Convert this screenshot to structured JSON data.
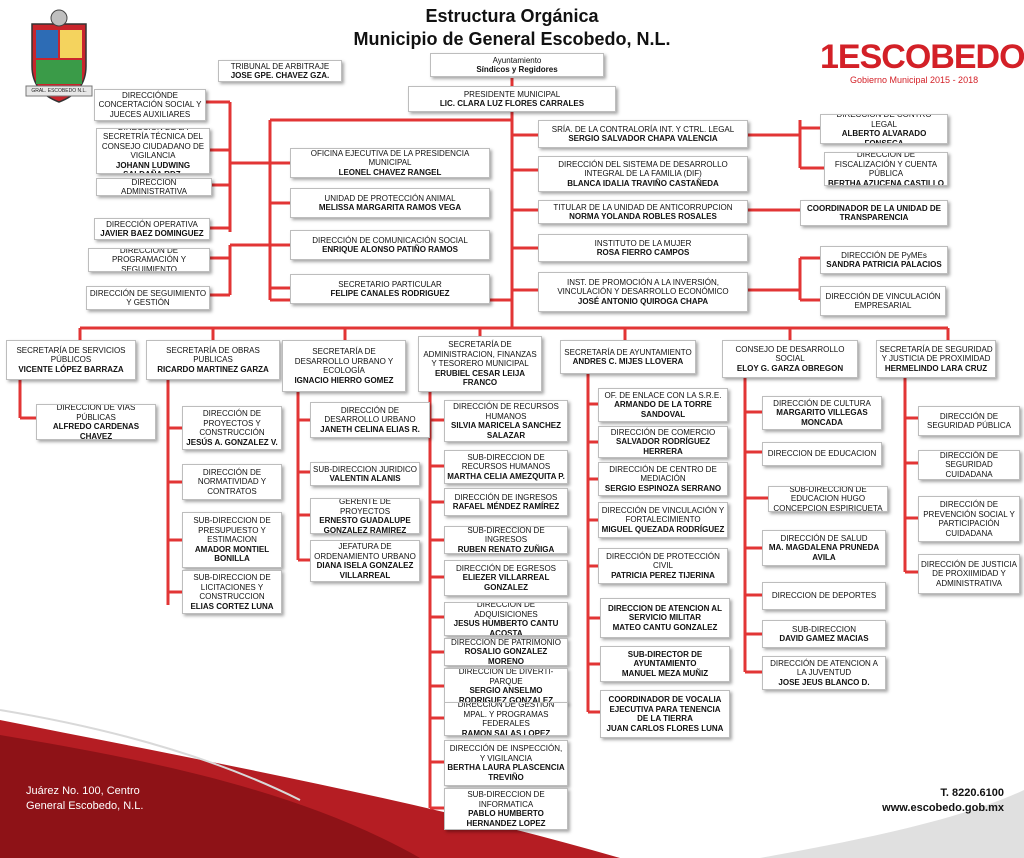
{
  "header": {
    "title_line1": "Estructura Orgánica",
    "title_line2": "Municipio de General Escobedo, N.L."
  },
  "logo": {
    "text": "ESCOBEDO",
    "subtitle": "Gobierno Municipal 2015 - 2018",
    "shield_label": "GRAL. ESCOBEDO N.L.",
    "brand_color": "#d32027"
  },
  "footer": {
    "address_line1": "Juárez No. 100, Centro",
    "address_line2": "General Escobedo, N.L.",
    "phone": "T. 8220.6100",
    "website": "www.escobedo.gob.mx"
  },
  "boxes": {
    "ayuntamiento": {
      "l1": "Ayuntamiento",
      "l2": "Síndicos y Regidores"
    },
    "tribunal": {
      "l1": "TRIBUNAL DE ARBITRAJE",
      "l2": "JOSE GPE. CHAVEZ GZA."
    },
    "presidente": {
      "l1": "PRESIDENTE MUNICIPAL",
      "l2": "LIC. CLARA LUZ FLORES CARRALES"
    },
    "concertacion": {
      "l1": "DIRECCIÓNDE CONCERTACIÓN SOCIAL Y JUECES AUXILIARES"
    },
    "secretria_tecnica": {
      "l1": "DIRECCIÓN DE  LA SECRETRÍA TÉCNICA DEL CONSEJO CIUDADANO DE VIGILANCIA",
      "l2": "JOHANN LUDWING SALDAÑA RDZ."
    },
    "dir_administrativa": {
      "l1": "DIRECCION ADMINISTRATIVA"
    },
    "dir_operativa": {
      "l1": "DIRECCIÓN OPERATIVA",
      "l2": "JAVIER BAEZ DOMINGUEZ"
    },
    "programacion": {
      "l1": "DIRECCIÓN DE PROGRAMACIÓN Y SEGUIMIENTO"
    },
    "seguimiento_gestion": {
      "l1": "DIRECCIÓN DE SEGUIMIENTO Y GESTIÓN"
    },
    "oficina_ejecutiva": {
      "l1": "OFICINA EJECUTIVA DE LA PRESIDENCIA MUNICIPAL",
      "l2": "LEONEL CHAVEZ RANGEL"
    },
    "proteccion_animal": {
      "l1": "UNIDAD DE PROTECCIÓN ANIMAL",
      "l2": "MELISSA MARGARITA RAMOS VEGA"
    },
    "comunicacion": {
      "l1": "DIRECCIÓN DE COMUNICACIÓN SOCIAL",
      "l2": "ENRIQUE ALONSO PATIÑO RAMOS"
    },
    "secretario_particular": {
      "l1": "SECRETARIO PARTICULAR",
      "l2": "FELIPE CANALES RODRIGUEZ"
    },
    "contraloria": {
      "l1": "SRÍA. DE LA CONTRALORÍA INT. Y CTRL. LEGAL",
      "l2": "SERGIO SALVADOR CHAPA VALENCIA"
    },
    "dif": {
      "l1": "DIRECCIÓN DEL SISTEMA DE DESARROLLO INTEGRAL DE LA FAMILIA (DIF)",
      "l2": "BLANCA IDALIA TRAVIÑO CASTAÑEDA"
    },
    "anticorrupcion": {
      "l1": "TITULAR DE LA UNIDAD DE ANTICORRUPCION",
      "l2": "NORMA YOLANDA ROBLES ROSALES"
    },
    "mujer": {
      "l1": "INSTITUTO DE LA MUJER",
      "l2": "ROSA FIERRO CAMPOS"
    },
    "inversion": {
      "l1": "INST. DE PROMOCIÓN A LA INVERSIÓN, VINCULACIÓN Y DESARROLLO ECONÓMICO",
      "l2": "JOSÉ ANTONIO QUIROGA CHAPA"
    },
    "control_legal": {
      "l1": "DIRECCIÓN DE CONTRO LEGAL",
      "l2": "ALBERTO ALVARADO FONSECA"
    },
    "fiscalizacion": {
      "l1": "DIRECCIÓN DE FISCALIZACIÓN Y CUENTA PÚBLICA",
      "l2": "BERTHA AZUCENA CASTILLO"
    },
    "transparencia": {
      "l2": "COORDINADOR DE LA UNIDAD DE TRANSPARENCIA"
    },
    "pymes": {
      "l1": "DIRECCIÓN DE PyMEs",
      "l2": "SANDRA PATRICIA PALACIOS"
    },
    "vinculacion_emp": {
      "l1": "DIRECCIÓN DE VINCULACIÓN EMPRESARIAL"
    },
    "serv_publicos": {
      "l1": "SECRETARÍA DE SERVICIOS PÚBLICOS",
      "l2": "VICENTE LÓPEZ BARRAZA"
    },
    "obras_publicas": {
      "l1": "SECRETARÍA DE OBRAS PUBLICAS",
      "l2": "RICARDO MARTINEZ GARZA"
    },
    "desarrollo_urbano": {
      "l1": "SECRETARÍA DE DESARROLLO URBANO Y ECOLOGÍA",
      "l2": "IGNACIO HIERRO GOMEZ"
    },
    "administracion": {
      "l1": "SECRETARÍA DE ADMINISTRACION, FINANZAS Y TESORERO MUNICIPAL",
      "l2": "ERUBIEL CESAR LEIJA FRANCO"
    },
    "sec_ayuntamiento": {
      "l1": "SECRETARÍA DE AYUNTAMIENTO",
      "l2": "ANDRES C. MIJES LLOVERA"
    },
    "consejo_social": {
      "l1": "CONSEJO DE DESARROLLO SOCIAL",
      "l2": "ELOY G. GARZA OBREGON"
    },
    "seguridad": {
      "l1": "SECRETARÍA DE SEGURIDAD Y JUSTICIA DE PROXIMIDAD",
      "l2": "HERMELINDO LARA CRUZ"
    },
    "vias_publicas": {
      "l1": "DIRECCIÓN DE VÍAS PÚBLICAS",
      "l2": "ALFREDO CARDENAS CHAVEZ"
    },
    "proyectos": {
      "l1": "DIRECCIÓN DE PROYECTOS Y CONSTRUCCIÓN",
      "l2": "JESÚS A. GONZALEZ V."
    },
    "normatividad": {
      "l1": "DIRECCIÓN DE NORMATIVIDAD Y CONTRATOS"
    },
    "presupuesto": {
      "l1": "SUB-DIRECCION  DE PRESUPUESTO Y ESTIMACION",
      "l2": "AMADOR MONTIEL BONILLA"
    },
    "licitaciones": {
      "l1": "SUB-DIRECCION  DE LICITACIONES Y CONSTRUCCION",
      "l2": "ELIAS CORTEZ  LUNA"
    },
    "dir_desarrollo_urbano": {
      "l1": "DIRECCIÓN DE DESARROLLO URBANO",
      "l2": "JANETH CELINA ELIAS R."
    },
    "sub_juridico": {
      "l1": "SUB-DIRECCION  JURIDICO",
      "l2": "VALENTIN ALANIS"
    },
    "gerente_proyectos": {
      "l1": "GERENTE DE PROYECTOS",
      "l2": "ERNESTO GUADALUPE GONZALEZ RAMIREZ"
    },
    "jefatura": {
      "l1": "JEFATURA DE ORDENAMIENTO URBANO",
      "l2": "DIANA ISELA GONZALEZ VILLARREAL"
    },
    "recursos_humanos": {
      "l1": "DIRECCIÓN DE RECURSOS HUMANOS",
      "l2": "SILVIA MARICELA SANCHEZ SALAZAR"
    },
    "sub_rh": {
      "l1": "SUB-DIRECCION  DE RECURSOS HUMANOS",
      "l2": "MARTHA CELIA AMEZQUITA P."
    },
    "ingresos": {
      "l1": "DIRECCIÓN DE INGRESOS",
      "l2": "RAFAEL MÉNDEZ RAMÍREZ"
    },
    "sub_ingresos": {
      "l1": "SUB-DIRECCION  DE INGRESOS",
      "l2": "RUBEN RENATO ZUÑIGA"
    },
    "egresos": {
      "l1": "DIRECCIÓN DE EGRESOS",
      "l2": "ELIEZER VILLARREAL GONZALEZ"
    },
    "adquisiciones": {
      "l1": "DIRECCIÓN DE ADQUISICIONES",
      "l2": "JESUS HUMBERTO CANTU ACOSTA"
    },
    "patrimonio": {
      "l1": "DIRECCIÓN DE PATRIMONIO",
      "l2": "ROSALIO GONZALEZ MORENO"
    },
    "diverti_parque": {
      "l1": "DIRECCIÓN DE DIVERTI-PARQUE",
      "l2": "SERGIO ANSELMO RODRIGUEZ GONZALEZ"
    },
    "gestion_mpal": {
      "l1": "DIRECCIÓN DE GESTION  MPAL. Y PROGRAMAS FEDERALES",
      "l2": "RAMON SALAS LOPEZ"
    },
    "inspeccion": {
      "l1": "DIRECCIÓN DE INSPECCIÓN, Y VIGILANCIA",
      "l2": "BERTHA LAURA PLASCENCIA TREVIÑO"
    },
    "informatica": {
      "l1": "SUB-DIRECCION  DE INFORMATICA",
      "l2": "PABLO HUMBERTO HERNANDEZ LOPEZ"
    },
    "enlace_sre": {
      "l1": "OF. DE ENLACE CON LA S.R.E.",
      "l2": "ARMANDO DE LA TORRE SANDOVAL"
    },
    "comercio": {
      "l1": "DIRECCIÓN DE COMERCIO",
      "l2": "SALVADOR RODRÍGUEZ HERRERA"
    },
    "mediacion": {
      "l1": "DIRECCIÓN DE CENTRO DE MEDIACIÓN",
      "l2": "SERGIO ESPINOZA SERRANO"
    },
    "vinculacion_fort": {
      "l1": "DIRECCIÓN DE VINCULACIÓN Y FORTALECIMIENTO",
      "l2": "MIGUEL QUEZADA RODRÍGUEZ"
    },
    "proteccion_civil": {
      "l1": "DIRECCIÓN DE PROTECCIÓN CIVIL",
      "l2": "PATRICIA PEREZ TIJERINA"
    },
    "servicio_militar": {
      "l2": "DIRECCION DE ATENCION AL SERVICIO MILITAR",
      "l3": "MATEO CANTU GONZALEZ"
    },
    "sub_ayuntamiento": {
      "l2": "SUB-DIRECTOR  DE AYUNTAMIENTO",
      "l3": "MANUEL MEZA MUÑIZ"
    },
    "vocalia": {
      "l2": "COORDINADOR DE VOCALIA EJECUTIVA PARA TENENCIA DE LA TIERRA",
      "l3": "JUAN CARLOS FLORES LUNA"
    },
    "cultura": {
      "l1": "DIRECCIÓN DE CULTURA",
      "l2": "MARGARITO VILLEGAS MONCADA"
    },
    "educacion": {
      "l1": "DIRECCION  DE EDUCACION"
    },
    "sub_educacion": {
      "l1": "SUB-DIRECCION DE EDUCACION HUGO CONCEPCION ESPIRICUETA"
    },
    "salud": {
      "l1": "DIRECCIÓN DE SALUD",
      "l2": "MA. MAGDALENA PRUNEDA AVILA"
    },
    "deportes": {
      "l1": "DIRECCION  DE DEPORTES"
    },
    "sub_deportes": {
      "l1": "SUB-DIRECCION",
      "l2": "DAVID GAMEZ MACIAS"
    },
    "juventud": {
      "l1": "DIRECCIÓN DE ATENCION A LA JUVENTUD",
      "l2": "JOSE JEUS BLANCO D."
    },
    "seg_publica": {
      "l1": "DIRECCIÓN DE SEGURIDAD PÚBLICA"
    },
    "seg_ciudadana": {
      "l1": "DIRECCIÓN DE SEGURIDAD CUIDADANA"
    },
    "prevencion": {
      "l1": "DIRECCIÓN DE PREVENCIÓN SOCIAL Y PARTICIPACIÓN CUIDADANA"
    },
    "justicia": {
      "l1": "DIRECCIÓN DE JUSTICIA DE PROXIIMIDAD Y ADMINISTRATIVA"
    }
  }
}
